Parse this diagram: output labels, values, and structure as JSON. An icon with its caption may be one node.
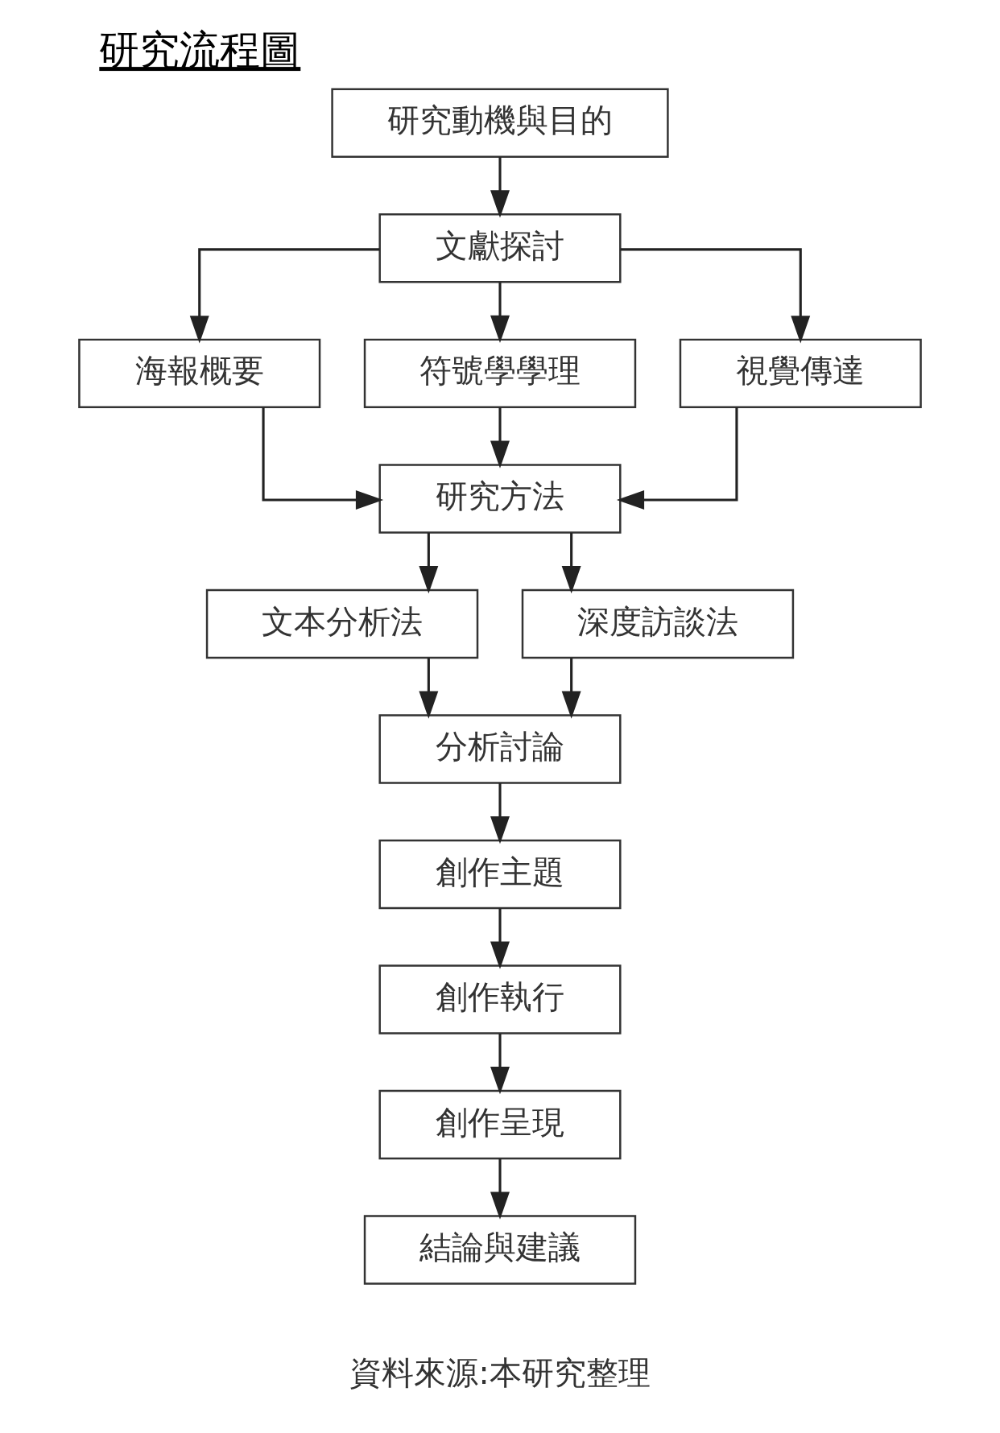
{
  "diagram": {
    "title": "研究流程圖",
    "caption": "資料來源:本研究整理",
    "nodes": [
      {
        "text": [
          "研究動機與目的"
        ]
      },
      {
        "text": [
          "文獻探討"
        ]
      },
      {
        "text": [
          "海報概要"
        ]
      },
      {
        "text": [
          "符號學學理"
        ]
      },
      {
        "text": [
          "視覺傳達"
        ]
      },
      {
        "text": [
          "研究方法"
        ]
      },
      {
        "text": [
          "文本分析法"
        ]
      },
      {
        "text": [
          "深度訪談法"
        ]
      },
      {
        "text": [
          "分析討論"
        ]
      },
      {
        "text": [
          "創作主題"
        ]
      },
      {
        "text": [
          "創作執行"
        ]
      },
      {
        "text": [
          "創作呈現"
        ]
      },
      {
        "text": [
          "結論與建議"
        ]
      }
    ],
    "edges": [
      {
        "from": 0,
        "to": 1,
        "arrow": "to"
      },
      {
        "from": 1,
        "to": 2,
        "arrow": "to"
      },
      {
        "from": 1,
        "to": 3,
        "arrow": "to"
      },
      {
        "from": 1,
        "to": 4,
        "arrow": "to"
      },
      {
        "from": 2,
        "to": 5,
        "arrow": "to"
      },
      {
        "from": 3,
        "to": 5,
        "arrow": "to"
      },
      {
        "from": 4,
        "to": 5,
        "arrow": "to"
      },
      {
        "from": 5,
        "to": 6,
        "arrow": "to"
      },
      {
        "from": 5,
        "to": 7,
        "arrow": "to"
      },
      {
        "from": 6,
        "to": 8,
        "arrow": "to"
      },
      {
        "from": 7,
        "to": 8,
        "arrow": "to"
      },
      {
        "from": 8,
        "to": 9,
        "arrow": "to"
      },
      {
        "from": 9,
        "to": 10,
        "arrow": "to"
      },
      {
        "from": 10,
        "to": 11,
        "arrow": "to"
      },
      {
        "from": 11,
        "to": 12,
        "arrow": "to"
      }
    ]
  }
}
